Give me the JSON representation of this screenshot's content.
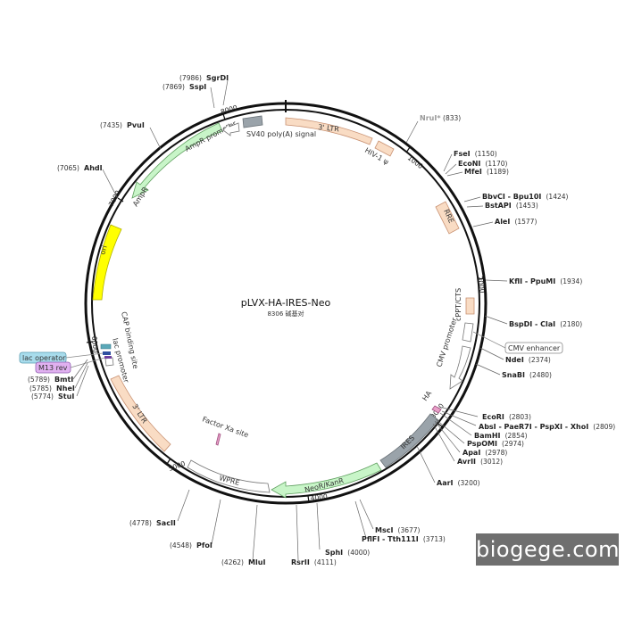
{
  "plasmid": {
    "name": "pLVX-HA-IRES-Neo",
    "size_label": "8306 碱基对"
  },
  "ticks": [
    "1000",
    "2000",
    "3000",
    "4000",
    "5000",
    "6000",
    "7000",
    "8000"
  ],
  "features": [
    {
      "label": "3' LTR",
      "color": "#f9dcc4"
    },
    {
      "label": "HIV-1 ψ",
      "color": "#f9dcc4"
    },
    {
      "label": "RRE",
      "color": "#f9dcc4"
    },
    {
      "label": "cPPT/CTS",
      "color": "#f9dcc4"
    },
    {
      "label": "CMV enhancer",
      "color": "#ffffff"
    },
    {
      "label": "CMV promoter",
      "color": "#ffffff"
    },
    {
      "label": "HA",
      "color": "#e8a0c8"
    },
    {
      "label": "IRES",
      "color": "#9aa3aa"
    },
    {
      "label": "NeoR/KanR",
      "color": "#c8f5c8"
    },
    {
      "label": "WPRE",
      "color": "#ffffff"
    },
    {
      "label": "Factor Xa site",
      "color": "#e8a0c8"
    },
    {
      "label": "3' LTR",
      "color": "#f9dcc4"
    },
    {
      "label": "lac promoter",
      "color": "#ffffff"
    },
    {
      "label": "lac operator",
      "color": "#a8dcec"
    },
    {
      "label": "M13 rev",
      "color": "#e0b0f0"
    },
    {
      "label": "CAP binding site",
      "color": "#5aa8b8"
    },
    {
      "label": "ori",
      "color": "#ffff00"
    },
    {
      "label": "AmpR",
      "color": "#c8f5c8"
    },
    {
      "label": "AmpR promoter",
      "color": "#ffffff"
    },
    {
      "label": "SV40 poly(A) signal",
      "color": "#9aa3aa"
    }
  ],
  "sites": [
    {
      "name": "NruI*",
      "pos": "(833)"
    },
    {
      "name": "FseI",
      "pos": "(1150)"
    },
    {
      "name": "EcoNI",
      "pos": "(1170)"
    },
    {
      "name": "MfeI",
      "pos": "(1189)"
    },
    {
      "name": "BbvCI - Bpu10I",
      "pos": "(1424)"
    },
    {
      "name": "BstAPI",
      "pos": "(1453)"
    },
    {
      "name": "AleI",
      "pos": "(1577)"
    },
    {
      "name": "KflI - PpuMI",
      "pos": "(1934)"
    },
    {
      "name": "BspDI - ClaI",
      "pos": "(2180)"
    },
    {
      "name": "NdeI",
      "pos": "(2374)"
    },
    {
      "name": "SnaBI",
      "pos": "(2480)"
    },
    {
      "name": "EcoRI",
      "pos": "(2803)"
    },
    {
      "name": "AbsI - PaeR7I - PspXI - XhoI",
      "pos": "(2809)"
    },
    {
      "name": "BamHI",
      "pos": "(2854)"
    },
    {
      "name": "PspOMI",
      "pos": "(2974)"
    },
    {
      "name": "ApaI",
      "pos": "(2978)"
    },
    {
      "name": "AvrII",
      "pos": "(3012)"
    },
    {
      "name": "AarI",
      "pos": "(3200)"
    },
    {
      "name": "MscI",
      "pos": "(3677)"
    },
    {
      "name": "PflFI - Tth111I",
      "pos": "(3713)"
    },
    {
      "name": "SphI",
      "pos": "(4000)"
    },
    {
      "name": "RsrII",
      "pos": "(4111)"
    },
    {
      "name": "MluI",
      "pos": "(4262)"
    },
    {
      "name": "PfoI",
      "pos": "(4548)"
    },
    {
      "name": "SacII",
      "pos": "(4778)"
    },
    {
      "name": "StuI",
      "pos": "(5774)"
    },
    {
      "name": "NheI",
      "pos": "(5785)"
    },
    {
      "name": "BmtI",
      "pos": "(5789)"
    },
    {
      "name": "AhdI",
      "pos": "(7065)"
    },
    {
      "name": "PvuI",
      "pos": "(7435)"
    },
    {
      "name": "SspI",
      "pos": "(7869)"
    },
    {
      "name": "SgrDI",
      "pos": "(7986)"
    }
  ],
  "watermark": "biogege.com"
}
